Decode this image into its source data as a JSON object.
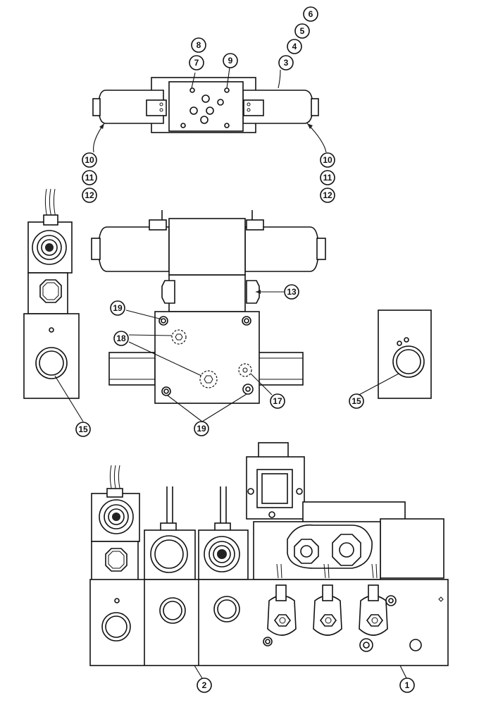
{
  "callouts": {
    "c6": "6",
    "c5": "5",
    "c4": "4",
    "c3": "3",
    "c8": "8",
    "c7": "7",
    "c9": "9",
    "c10l": "10",
    "c11l": "11",
    "c12l": "12",
    "c10r": "10",
    "c11r": "11",
    "c12r": "12",
    "c13": "13",
    "c19a": "19",
    "c18": "18",
    "c17": "17",
    "c19b": "19",
    "c15l": "15",
    "c15r": "15",
    "c2": "2",
    "c1": "1"
  },
  "colors": {
    "line": "#111111",
    "background": "#ffffff"
  }
}
